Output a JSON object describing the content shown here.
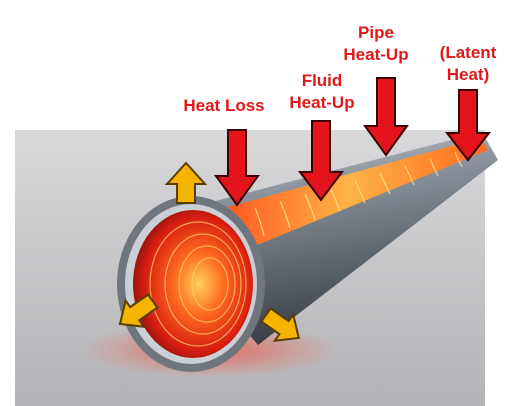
{
  "labels": {
    "heat_loss": "Heat Loss",
    "fluid_heat_up": [
      "Fluid",
      "Heat-Up"
    ],
    "pipe_heat_up": [
      "Pipe",
      "Heat-Up"
    ],
    "latent_heat": [
      "(Latent",
      "Heat)"
    ]
  },
  "colors": {
    "label_text": "#e0191b",
    "down_arrow_fill": "#e3141c",
    "out_arrow_fill": "#f5b400",
    "pipe_metal": "#7f8891",
    "pipe_interior_glow": "#ff5a1f"
  },
  "icons": {
    "down_arrows": "red-down-arrow-icon",
    "out_arrows": "yellow-outward-arrow-icon"
  }
}
